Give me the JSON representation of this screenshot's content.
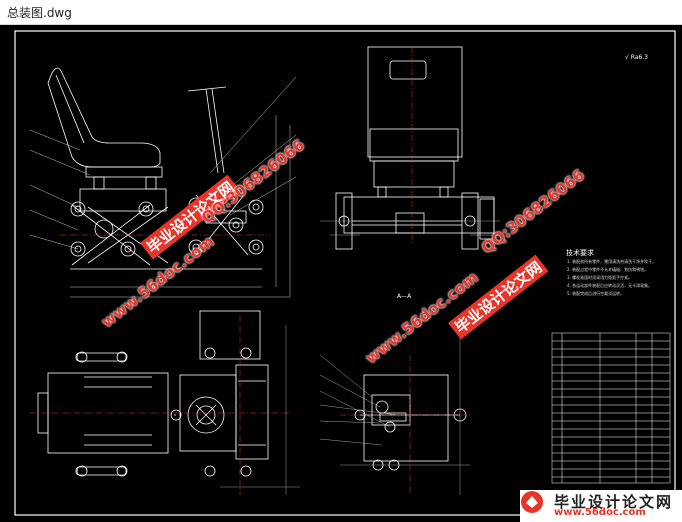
{
  "window": {
    "title": "总装图.dwg"
  },
  "drawing": {
    "tech_req_title": "技术要求",
    "section_label": "A—A",
    "roughness_mark": "√ Ra6.3",
    "tech_req_lines": [
      "1. 装配前所有零件，需用清洗剂清洗干净并吹干。",
      "2. 装配过程中零件不允许磕碰、划伤和锈蚀。",
      "3. 螺栓紧固时须采用力矩扳手拧紧。",
      "4. 各运动部件装配后应转动灵活，无卡滞现象。",
      "5. 装配完成后进行空载试运转。"
    ]
  },
  "watermarks": {
    "site": "www.56doc.com",
    "qq": "QQ:306826066",
    "brand": "毕业设计论文网"
  },
  "logo": {
    "text": "毕业设计论文网",
    "url": "www.56doc.com"
  },
  "colors": {
    "background": "#000000",
    "line": "#ffffff",
    "accent_red": "#e8352a",
    "leader": "#c8c8c8"
  }
}
